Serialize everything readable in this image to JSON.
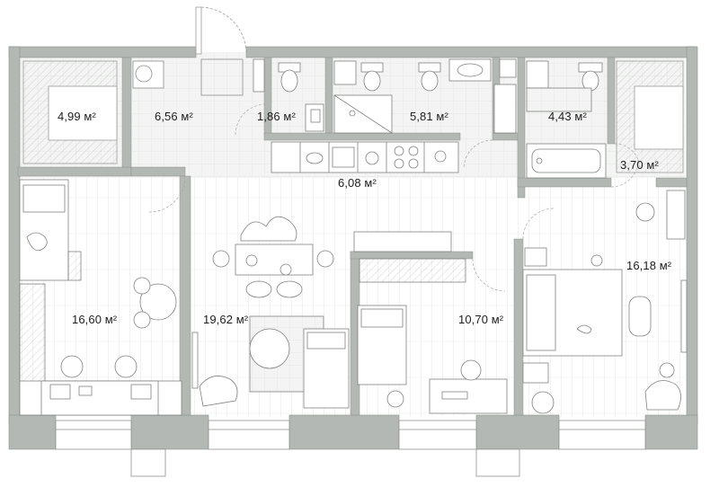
{
  "plan": {
    "unit": "м²",
    "colors": {
      "wall": "#b4b8b4",
      "wall_edge": "#8e928e",
      "floor": "#ffffff",
      "tile": "#f1f3f1",
      "plank_line": "#e6e9e6",
      "furniture": "#7a7d7a"
    },
    "rooms": [
      {
        "id": "closet-left",
        "area": "4,99"
      },
      {
        "id": "hall",
        "area": "6,56"
      },
      {
        "id": "wc",
        "area": "1,86"
      },
      {
        "id": "bath-main",
        "area": "5,81"
      },
      {
        "id": "bath-second",
        "area": "4,43"
      },
      {
        "id": "kitchen",
        "area": "6,08"
      },
      {
        "id": "closet-right",
        "area": "3,70"
      },
      {
        "id": "bedroom-right",
        "area": "16,18"
      },
      {
        "id": "bedroom-left",
        "area": "16,60"
      },
      {
        "id": "living",
        "area": "19,62"
      },
      {
        "id": "kids-room",
        "area": "10,70"
      }
    ]
  }
}
